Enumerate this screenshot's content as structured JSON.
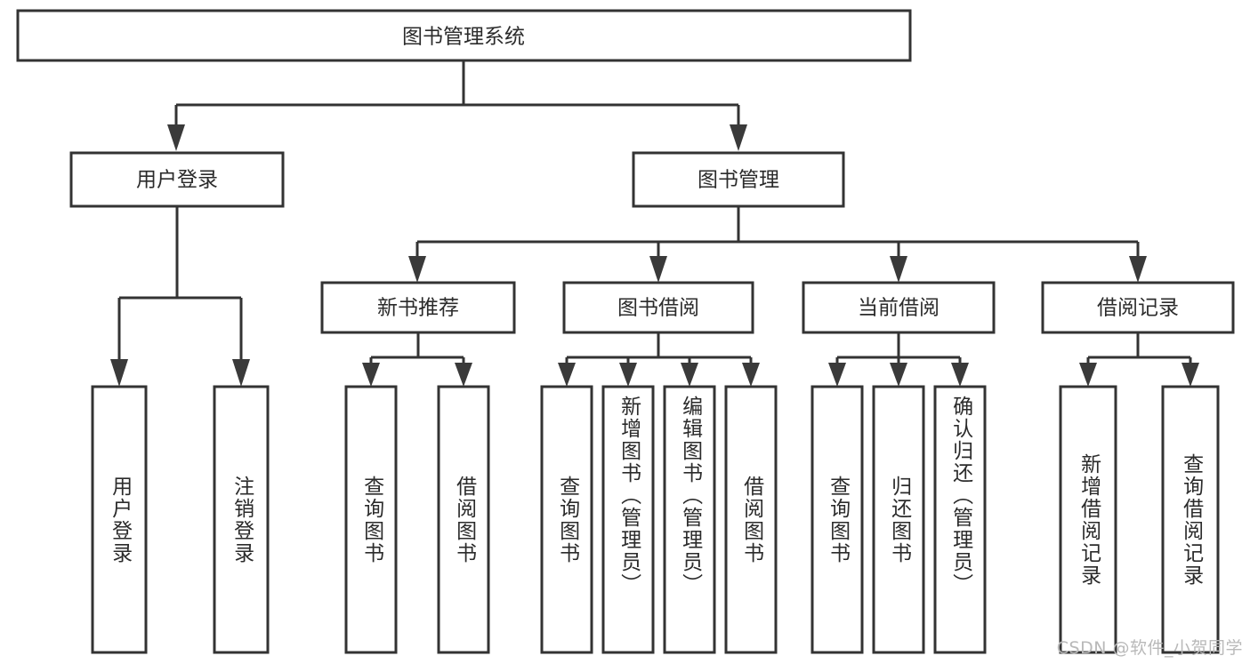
{
  "diagram": {
    "type": "tree-hierarchy",
    "title": "图书管理系统",
    "watermark": "CSDN @软件_小贺同学",
    "colors": {
      "box_stroke": "#333333",
      "box_fill": "#ffffff",
      "connector": "#333333",
      "text": "#2b2b2b",
      "watermark": "#b9b9b9",
      "background": "#ffffff"
    },
    "levels": {
      "root": {
        "label": "图书管理系统"
      },
      "level2": [
        {
          "label": "用户登录"
        },
        {
          "label": "图书管理"
        }
      ],
      "level3": [
        {
          "label": "新书推荐"
        },
        {
          "label": "图书借阅"
        },
        {
          "label": "当前借阅"
        },
        {
          "label": "借阅记录"
        }
      ],
      "leaves": {
        "user_login": [
          {
            "label": "用户登录"
          },
          {
            "label": "注销登录"
          }
        ],
        "new_book_recommend": [
          {
            "label": "查询图书"
          },
          {
            "label": "借阅图书"
          }
        ],
        "book_borrow": [
          {
            "label": "查询图书"
          },
          {
            "label": "新增图书（管理员）"
          },
          {
            "label": "编辑图书（管理员）"
          },
          {
            "label": "借阅图书"
          }
        ],
        "current_borrow": [
          {
            "label": "查询图书"
          },
          {
            "label": "归还图书"
          },
          {
            "label": "确认归还（管理员）"
          }
        ],
        "borrow_record": [
          {
            "label": "新增借阅记录"
          },
          {
            "label": "查询借阅记录"
          }
        ]
      }
    }
  }
}
